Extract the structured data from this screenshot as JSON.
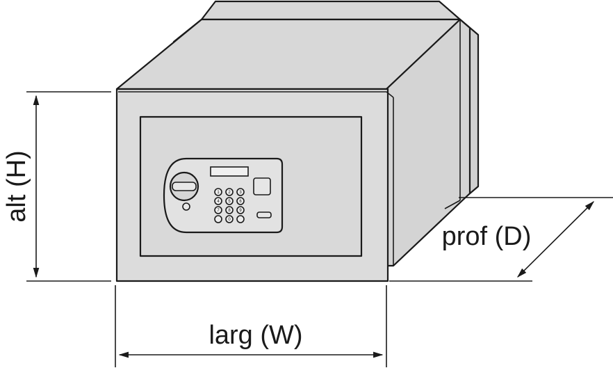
{
  "labels": {
    "height": "alt (H)",
    "width": "larg (W)",
    "depth": "prof (D)"
  },
  "keypad": {
    "digits": [
      "1",
      "2",
      "3",
      "4",
      "5",
      "6",
      "7",
      "8",
      "9",
      "0",
      "",
      ""
    ]
  },
  "colors": {
    "body_fill": "#dcdcdc",
    "side_fill": "#d4d4d4",
    "top_fill": "#d8d8d8",
    "door_fill": "#d9d9d9",
    "line": "#1a1a1a"
  }
}
